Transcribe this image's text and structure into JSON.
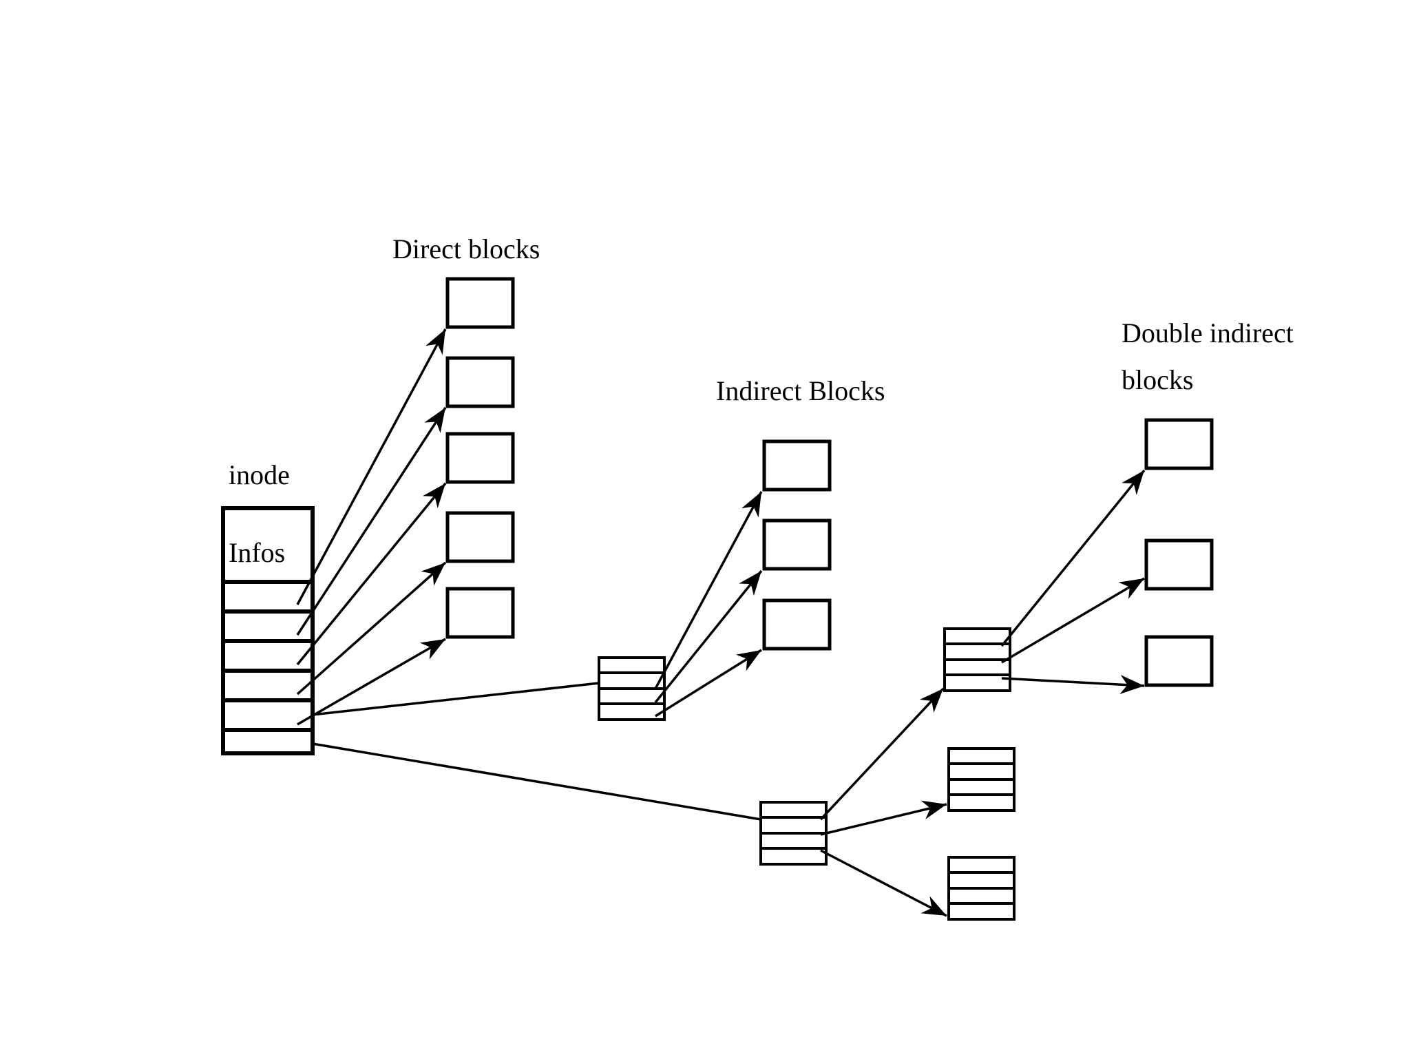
{
  "diagram": {
    "title": "inode block pointer structure",
    "background_color": "#ffffff",
    "line_color": "#000000",
    "labels": {
      "inode": "inode",
      "infos": "Infos",
      "direct_blocks": "Direct blocks",
      "indirect_blocks": "Indirect Blocks",
      "double_indirect_line1": "Double indirect",
      "double_indirect_line2": "blocks"
    },
    "inode_table": {
      "name": "inode",
      "header_cell": "Infos",
      "pointer_row_count": 7,
      "rows": [
        {
          "index": 0,
          "kind": "info",
          "label": "Infos"
        },
        {
          "index": 1,
          "kind": "direct-pointer",
          "label": ""
        },
        {
          "index": 2,
          "kind": "direct-pointer",
          "label": ""
        },
        {
          "index": 3,
          "kind": "direct-pointer",
          "label": ""
        },
        {
          "index": 4,
          "kind": "direct-pointer",
          "label": ""
        },
        {
          "index": 5,
          "kind": "direct-pointer",
          "label": ""
        },
        {
          "index": 6,
          "kind": "indirect-pointer",
          "label": ""
        },
        {
          "index": 7,
          "kind": "double-indirect-pointer",
          "label": ""
        }
      ]
    },
    "direct_blocks": {
      "label": "Direct blocks",
      "count": 5,
      "items": [
        {
          "index": 0,
          "label": ""
        },
        {
          "index": 1,
          "label": ""
        },
        {
          "index": 2,
          "label": ""
        },
        {
          "index": 3,
          "label": ""
        },
        {
          "index": 4,
          "label": ""
        }
      ]
    },
    "indirect_blocks": {
      "label": "Indirect Blocks",
      "pointer_table_rows": 4,
      "data_block_count": 3,
      "items": [
        {
          "index": 0,
          "label": ""
        },
        {
          "index": 1,
          "label": ""
        },
        {
          "index": 2,
          "label": ""
        }
      ]
    },
    "double_indirect_blocks": {
      "label": "Double indirect blocks",
      "first_level_table_rows": 4,
      "second_level_table_count": 3,
      "second_level_rows": 4,
      "data_block_count": 3,
      "items": [
        {
          "index": 0,
          "label": ""
        },
        {
          "index": 1,
          "label": ""
        },
        {
          "index": 2,
          "label": ""
        }
      ]
    }
  }
}
